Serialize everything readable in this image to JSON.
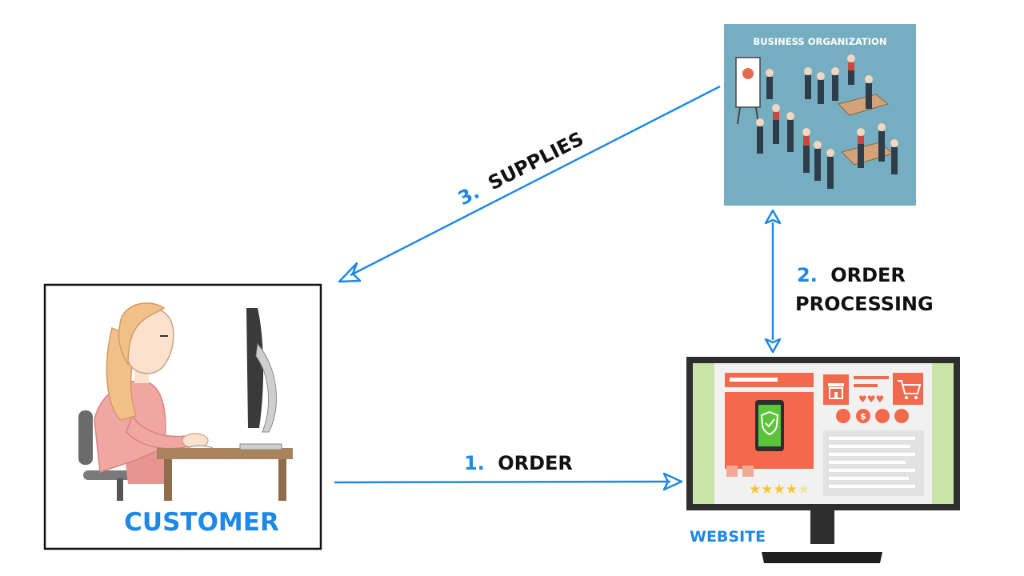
{
  "nodes": {
    "customer": {
      "label": "CUSTOMER"
    },
    "website": {
      "label": "WEBSITE"
    },
    "business": {
      "label": "BUSINESS ORGANIZATION"
    }
  },
  "edges": {
    "order": {
      "num": "1.",
      "text": "ORDER"
    },
    "processing": {
      "num": "2.",
      "line1": "ORDER",
      "line2": "PROCESSING"
    },
    "supplies": {
      "num": "3.",
      "text": "SUPPLIES"
    }
  },
  "colors": {
    "accent": "#1e88e5",
    "business_bg": "#76aec1",
    "website_green": "#c9e4a6",
    "website_orange": "#f26a4b",
    "phone_screen": "#5cc43a",
    "monitor_frame": "#2e2e2e",
    "pink_shirt": "#f0a6a2",
    "hair": "#f1c08a",
    "desk": "#a8835e",
    "star": "#f7c531"
  },
  "icons": [
    "customer-illustration",
    "people-meeting-illustration",
    "website-monitor-illustration",
    "cart-icon",
    "store-icon",
    "heart-icon",
    "check-shield-icon",
    "star-icon"
  ]
}
